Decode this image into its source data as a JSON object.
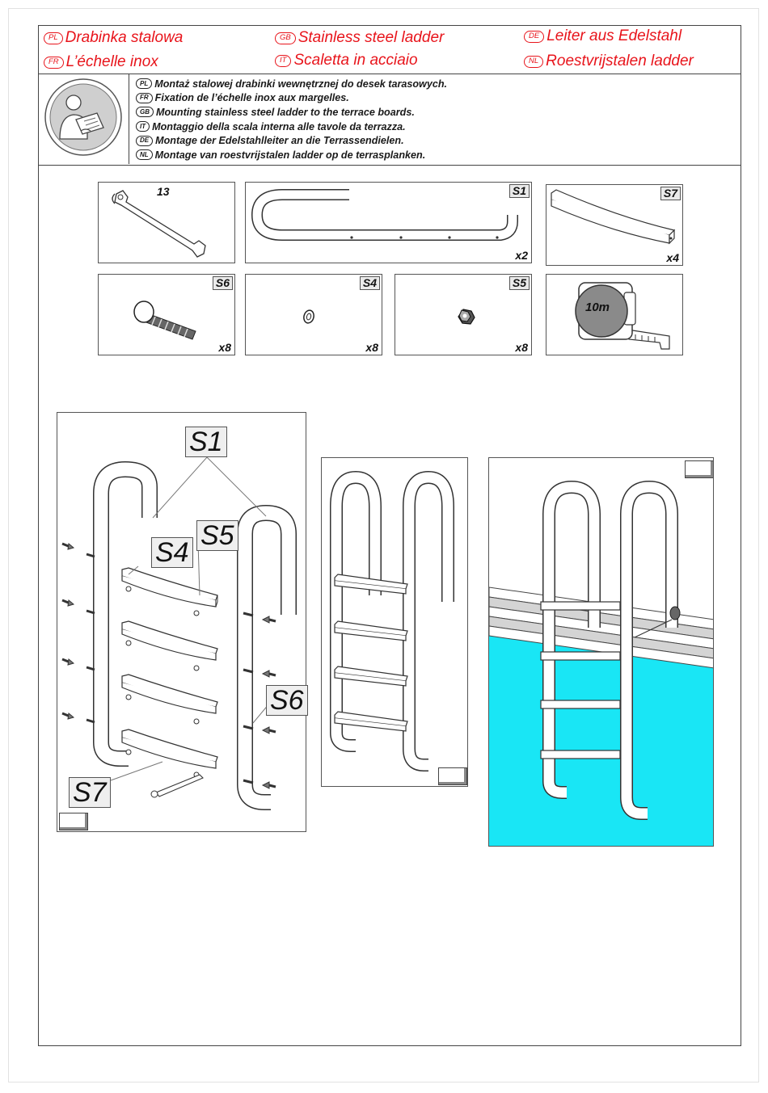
{
  "titles": [
    {
      "lang": "PL",
      "text": "Drabinka stalowa"
    },
    {
      "lang": "GB",
      "text": "Stainless steel ladder"
    },
    {
      "lang": "DE",
      "text": "Leiter aus Edelstahl"
    },
    {
      "lang": "FR",
      "text": "L’échelle inox"
    },
    {
      "lang": "IT",
      "text": "Scaletta in acciaio"
    },
    {
      "lang": "NL",
      "text": "Roestvrijstalen ladder"
    }
  ],
  "instructions": [
    {
      "lang": "PL",
      "text": "Montaż stalowej drabinki wewnętrznej do desek tarasowych."
    },
    {
      "lang": "FR",
      "text": "Fixation de l’échelle inox aux margelles."
    },
    {
      "lang": "GB",
      "text": "Mounting stainless steel ladder to the terrace boards."
    },
    {
      "lang": "IT",
      "text": "Montaggio della scala interna alle tavole da terrazza."
    },
    {
      "lang": "DE",
      "text": "Montage der Edelstahlleiter  an die Terrassendielen."
    },
    {
      "lang": "NL",
      "text": "Montage van roestvrijstalen ladder op de terrasplanken."
    }
  ],
  "icons": {
    "read_manual": "read-manual-icon",
    "wrench": "wrench-icon",
    "tape_measure": "tape-measure-icon"
  },
  "parts": {
    "wrench": {
      "size": "13"
    },
    "handrail": {
      "id": "S1",
      "qty": "x2"
    },
    "step": {
      "id": "S7",
      "qty": "x4"
    },
    "bolt": {
      "id": "S6",
      "qty": "x8"
    },
    "washer": {
      "id": "S4",
      "qty": "x8"
    },
    "nut": {
      "id": "S5",
      "qty": "x8"
    },
    "tape": {
      "length": "10m"
    }
  },
  "callouts": {
    "s1": "S1",
    "s4": "S4",
    "s5": "S5",
    "s6": "S6",
    "s7": "S7"
  },
  "colors": {
    "title_red": "#e8141b",
    "pool_water": "#19e6f5",
    "line_gray": "#555555"
  }
}
